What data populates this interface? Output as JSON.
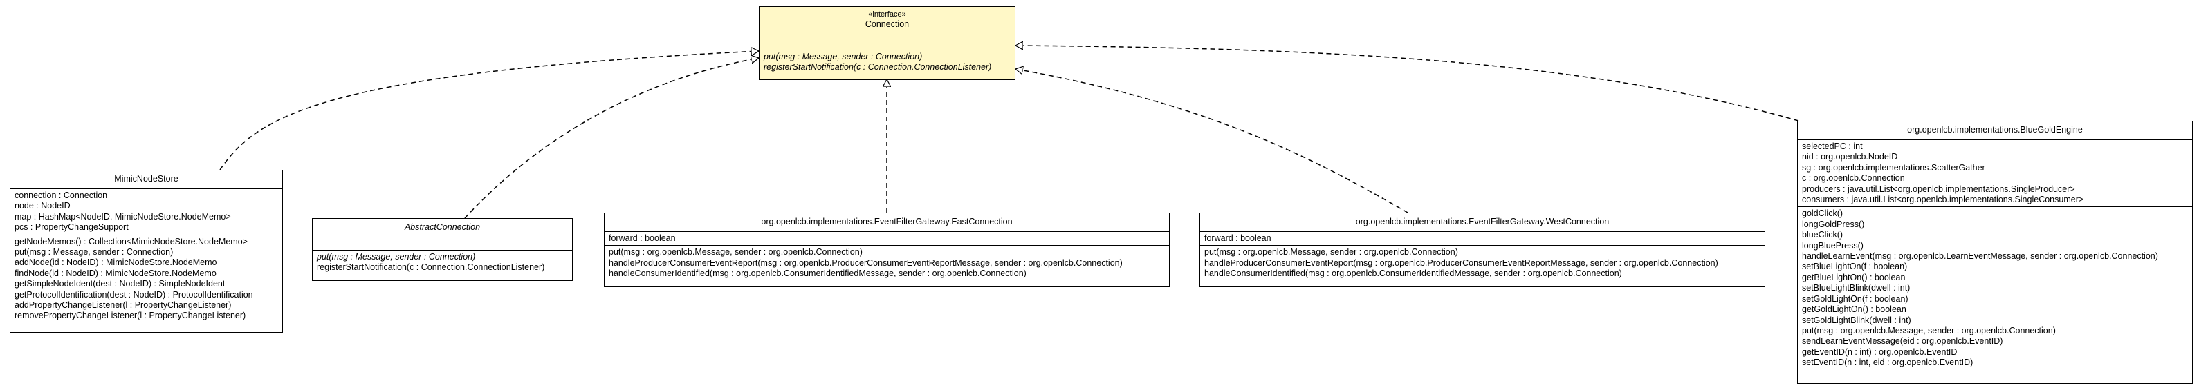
{
  "connection": {
    "stereotype": "«interface»",
    "name": "Connection",
    "fields": [],
    "methods": [
      "put(msg : Message, sender : Connection)",
      "registerStartNotification(c : Connection.ConnectionListener)"
    ]
  },
  "mimic": {
    "name": "MimicNodeStore",
    "fields": [
      "connection : Connection",
      "node : NodeID",
      "map : HashMap<NodeID, MimicNodeStore.NodeMemo>",
      "pcs : PropertyChangeSupport"
    ],
    "methods": [
      "getNodeMemos() : Collection<MimicNodeStore.NodeMemo>",
      "put(msg : Message, sender : Connection)",
      "addNode(id : NodeID) : MimicNodeStore.NodeMemo",
      "findNode(id : NodeID) : MimicNodeStore.NodeMemo",
      "getSimpleNodeIdent(dest : NodeID) : SimpleNodeIdent",
      "getProtocolIdentification(dest : NodeID) : ProtocolIdentification",
      "addPropertyChangeListener(l : PropertyChangeListener)",
      "removePropertyChangeListener(l : PropertyChangeListener)"
    ]
  },
  "abstract": {
    "name": "AbstractConnection",
    "fields": [],
    "methods": [
      "put(msg : Message, sender : Connection)",
      "registerStartNotification(c : Connection.ConnectionListener)"
    ]
  },
  "east": {
    "name": "org.openlcb.implementations.EventFilterGateway.EastConnection",
    "fields": [
      "forward : boolean"
    ],
    "methods": [
      "put(msg : org.openlcb.Message, sender : org.openlcb.Connection)",
      "handleProducerConsumerEventReport(msg : org.openlcb.ProducerConsumerEventReportMessage, sender : org.openlcb.Connection)",
      "handleConsumerIdentified(msg : org.openlcb.ConsumerIdentifiedMessage, sender : org.openlcb.Connection)"
    ]
  },
  "west": {
    "name": "org.openlcb.implementations.EventFilterGateway.WestConnection",
    "fields": [
      "forward : boolean"
    ],
    "methods": [
      "put(msg : org.openlcb.Message, sender : org.openlcb.Connection)",
      "handleProducerConsumerEventReport(msg : org.openlcb.ProducerConsumerEventReportMessage, sender : org.openlcb.Connection)",
      "handleConsumerIdentified(msg : org.openlcb.ConsumerIdentifiedMessage, sender : org.openlcb.Connection)"
    ]
  },
  "bluegold": {
    "name": "org.openlcb.implementations.BlueGoldEngine",
    "fields": [
      "selectedPC : int",
      "nid : org.openlcb.NodeID",
      "sg : org.openlcb.implementations.ScatterGather",
      "c : org.openlcb.Connection",
      "producers : java.util.List<org.openlcb.implementations.SingleProducer>",
      "consumers : java.util.List<org.openlcb.implementations.SingleConsumer>"
    ],
    "methods": [
      "goldClick()",
      "longGoldPress()",
      "blueClick()",
      "longBluePress()",
      "handleLearnEvent(msg : org.openlcb.LearnEventMessage, sender : org.openlcb.Connection)",
      "setBlueLightOn(f : boolean)",
      "getBlueLightOn() : boolean",
      "setBlueLightBlink(dwell : int)",
      "setGoldLightOn(f : boolean)",
      "getGoldLightOn() : boolean",
      "setGoldLightBlink(dwell : int)",
      "put(msg : org.openlcb.Message, sender : org.openlcb.Connection)",
      "sendLearnEventMessage(eid : org.openlcb.EventID)",
      "getEventID(n : int) : org.openlcb.EventID",
      "setEventID(n : int, eid : org.openlcb.EventID)"
    ]
  }
}
